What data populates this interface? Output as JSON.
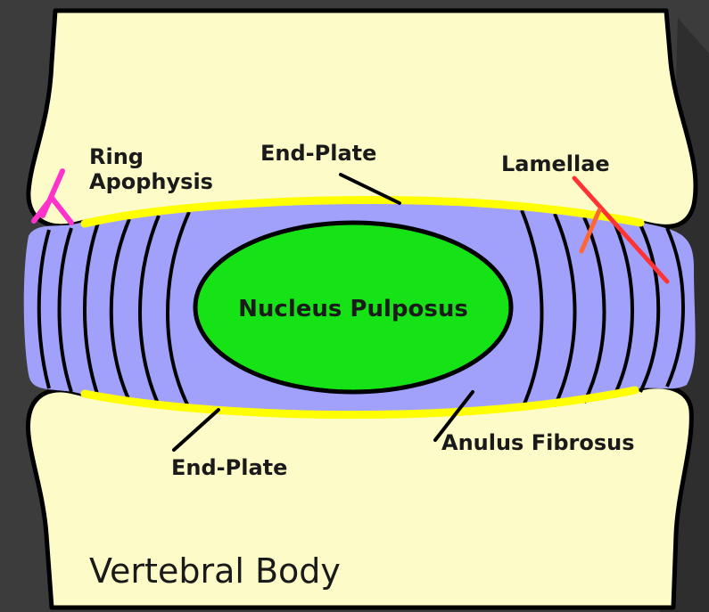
{
  "labels": {
    "ring_apophysis_line1": "Ring",
    "ring_apophysis_line2": "Apophysis",
    "end_plate_top": "End-Plate",
    "lamellae": "Lamellae",
    "nucleus_pulposus": "Nucleus Pulposus",
    "end_plate_bottom": "End-Plate",
    "anulus_fibrosus": "Anulus Fibrosus",
    "vertebral_body": "Vertebral Body"
  },
  "colors": {
    "background": "#3c3c3c",
    "vertebral_body": "#fdfcc8",
    "anulus_fibrosus": "#a1a1fb",
    "nucleus_pulposus": "#16e316",
    "end_plate": "#ffff00",
    "ring_apophysis_pointer": "#ff33cc",
    "lamellae_pointer": "#ff3333",
    "lamellae_pointer_secondary": "#ff6633",
    "outline": "#000000"
  }
}
